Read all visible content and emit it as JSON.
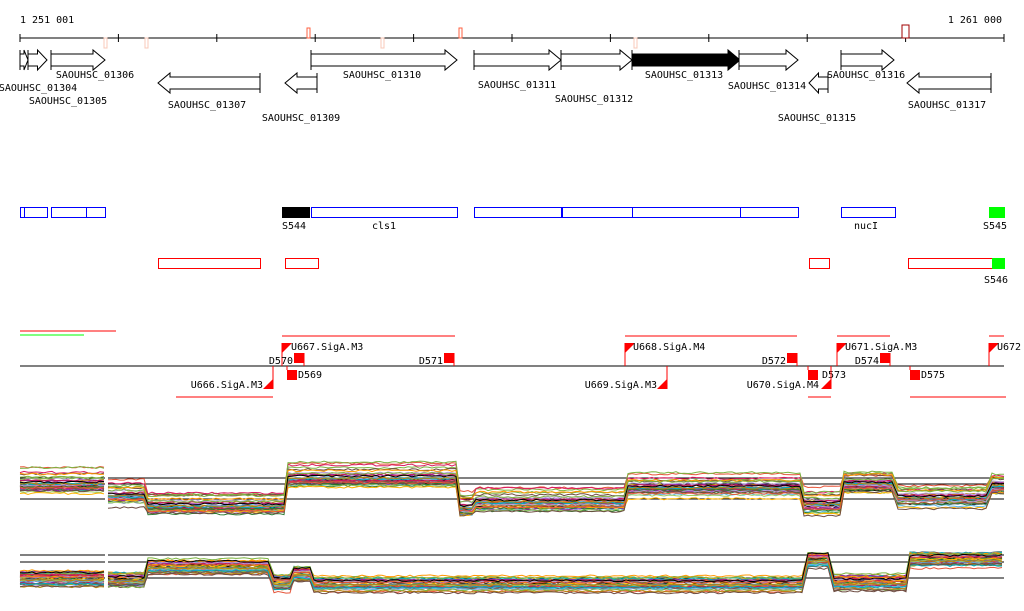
{
  "ruler": {
    "start_label": "1 251 001",
    "end_label": "1 261 000"
  },
  "genes": [
    {
      "label": "SAOUHSC_01304",
      "strand": "+",
      "filled": false
    },
    {
      "label": "SAOUHSC_01305",
      "strand": "+",
      "filled": false
    },
    {
      "label": "SAOUHSC_01306",
      "strand": "+",
      "filled": false
    },
    {
      "label": "SAOUHSC_01307",
      "strand": "-",
      "filled": false
    },
    {
      "label": "SAOUHSC_01309",
      "strand": "-",
      "filled": false
    },
    {
      "label": "SAOUHSC_01310",
      "strand": "+",
      "filled": false
    },
    {
      "label": "SAOUHSC_01311",
      "strand": "+",
      "filled": false
    },
    {
      "label": "SAOUHSC_01312",
      "strand": "+",
      "filled": false
    },
    {
      "label": "SAOUHSC_01313",
      "strand": "+",
      "filled": true
    },
    {
      "label": "SAOUHSC_01314",
      "strand": "+",
      "filled": false
    },
    {
      "label": "SAOUHSC_01315",
      "strand": "-",
      "filled": false
    },
    {
      "label": "SAOUHSC_01316",
      "strand": "+",
      "filled": false
    },
    {
      "label": "SAOUHSC_01317",
      "strand": "-",
      "filled": false
    }
  ],
  "segments_forward": {
    "labels": [
      "S544",
      "cls1",
      "nucI",
      "S545"
    ]
  },
  "segments_reverse": {
    "labels": [
      "S546"
    ]
  },
  "features": [
    {
      "label": "U666.SigA.M3"
    },
    {
      "label": "U667.SigA.M3"
    },
    {
      "label": "D569"
    },
    {
      "label": "D570"
    },
    {
      "label": "D571"
    },
    {
      "label": "U668.SigA.M4"
    },
    {
      "label": "U669.SigA.M3"
    },
    {
      "label": "D572"
    },
    {
      "label": "D573"
    },
    {
      "label": "U670.SigA.M4"
    },
    {
      "label": "U671.SigA.M3"
    },
    {
      "label": "D574"
    },
    {
      "label": "D575"
    },
    {
      "label": "U672"
    }
  ],
  "colors": {
    "forward_box": "#0000ff",
    "reverse_box": "#ff0000",
    "highlight": "#00ff00",
    "feature": "#ff0000"
  }
}
